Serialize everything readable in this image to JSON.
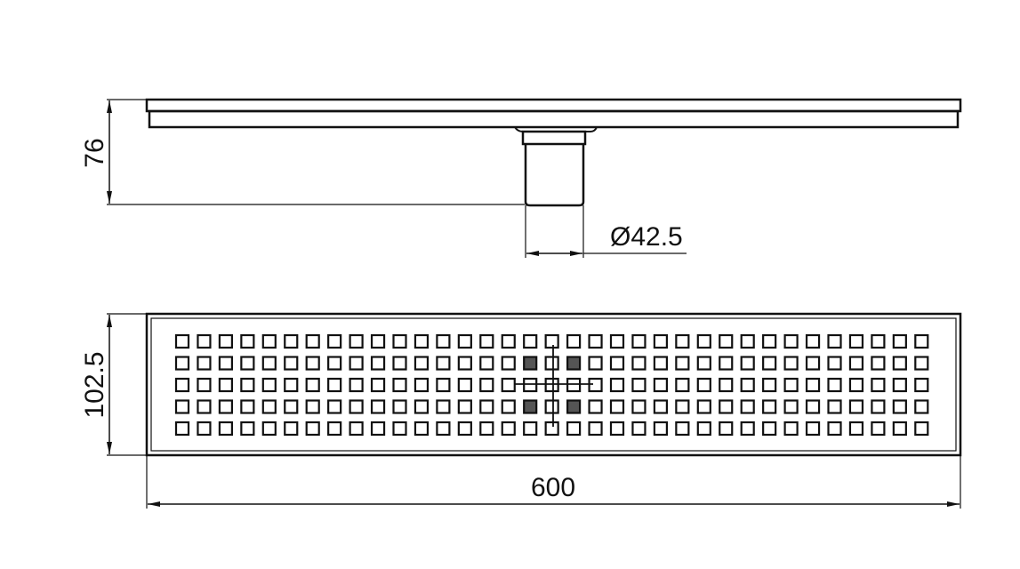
{
  "side_view": {
    "height_label": "76",
    "outlet_label": "Ø42.5"
  },
  "plan_view": {
    "width_label": "102.5",
    "length_label": "600"
  },
  "grate": {
    "rows": 5,
    "columns": 35,
    "drain_column": 17
  },
  "colors": {
    "line": "#111111",
    "background": "#ffffff"
  }
}
